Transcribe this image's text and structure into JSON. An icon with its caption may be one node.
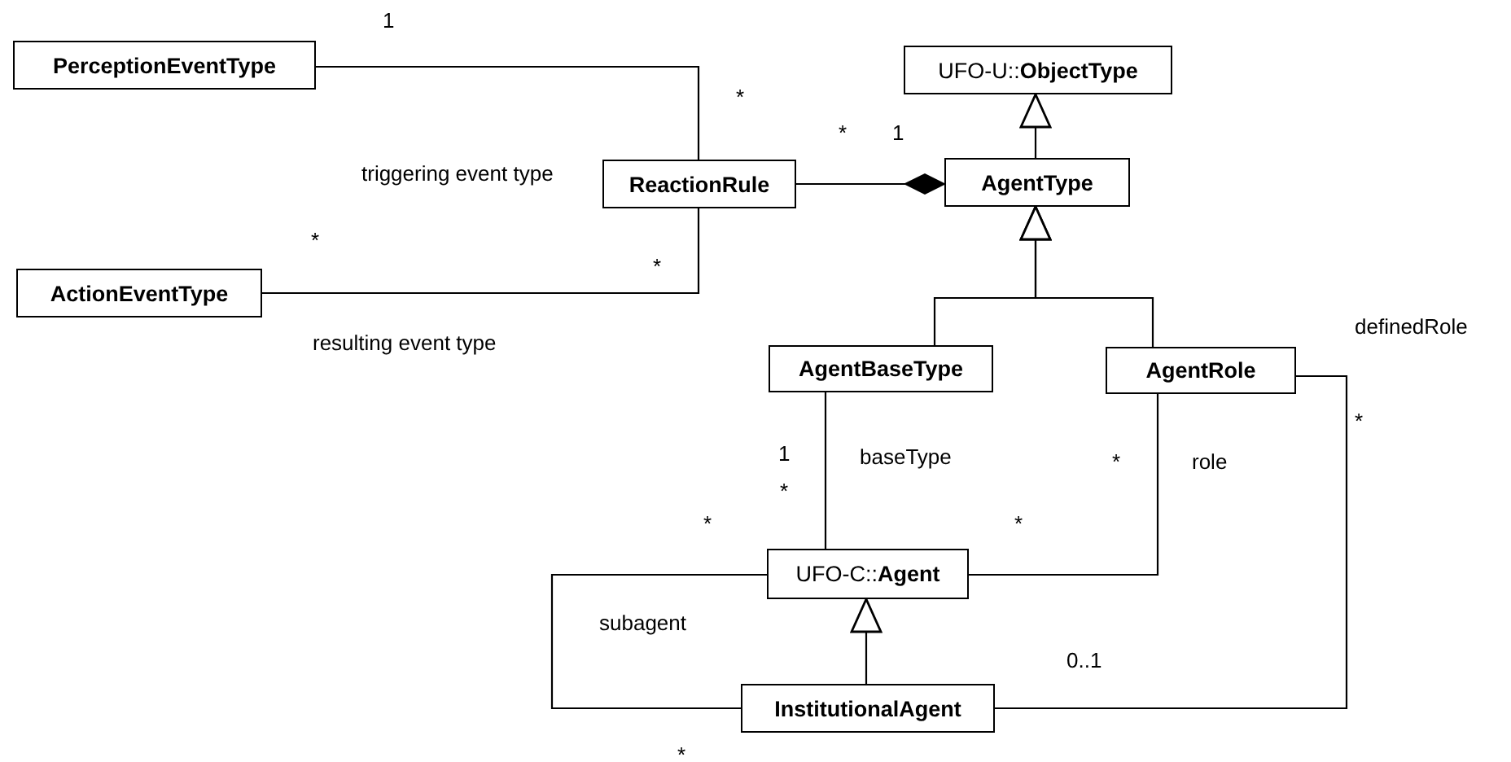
{
  "diagram": {
    "nodes": [
      {
        "text": [
          "PerceptionEventType"
        ]
      },
      {
        "text": [
          "ActionEventType"
        ]
      },
      {
        "text": [
          "ReactionRule"
        ]
      },
      {
        "text": [
          "UFO-U::**ObjectType**"
        ]
      },
      {
        "text": [
          "AgentType"
        ]
      },
      {
        "text": [
          "AgentBaseType"
        ]
      },
      {
        "text": [
          "AgentRole"
        ]
      },
      {
        "text": [
          "UFO-C::**Agent**"
        ]
      },
      {
        "text": [
          "InstitutionalAgent"
        ]
      }
    ],
    "edges": [
      {
        "from": 0,
        "to": 2,
        "arrow": "none",
        "label": "triggering event type"
      },
      {
        "from": 1,
        "to": 2,
        "arrow": "none",
        "label": "resulting event type"
      },
      {
        "from": 2,
        "to": 4,
        "arrow": "other"
      },
      {
        "from": 4,
        "to": 3,
        "arrow": "to"
      },
      {
        "from": 5,
        "to": 4,
        "arrow": "to"
      },
      {
        "from": 6,
        "to": 4,
        "arrow": "to"
      },
      {
        "from": 7,
        "to": 5,
        "arrow": "none",
        "label": "baseType"
      },
      {
        "from": 7,
        "to": 6,
        "arrow": "none",
        "label": "role"
      },
      {
        "from": 8,
        "to": 7,
        "arrow": "to"
      },
      {
        "from": 8,
        "to": 7,
        "arrow": "none",
        "label": "subagent"
      },
      {
        "from": 8,
        "to": 6,
        "arrow": "none",
        "label": "definedRole"
      }
    ],
    "labels": [
      "1",
      "*",
      "*",
      "1",
      "*",
      "*",
      "1",
      "*",
      "*",
      "*",
      "*",
      "*",
      "0..1",
      "*"
    ]
  }
}
